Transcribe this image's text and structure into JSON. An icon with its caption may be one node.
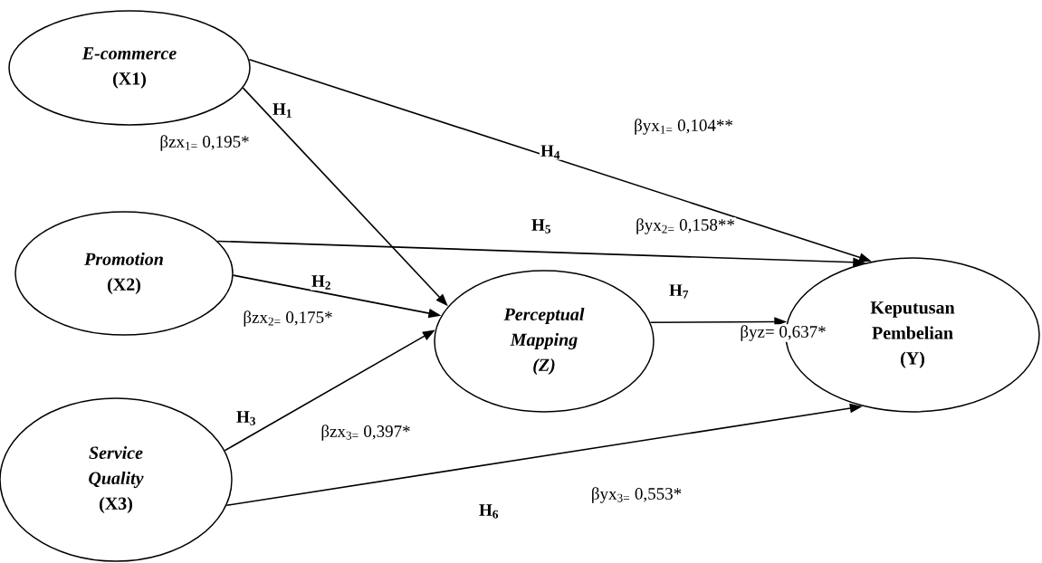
{
  "diagram": {
    "nodes": [
      {
        "text": [
          "E-commerce",
          "(X1)"
        ]
      },
      {
        "text": [
          "Promotion",
          "(X2)"
        ]
      },
      {
        "text": [
          "Service Quality",
          "(X3)"
        ]
      },
      {
        "text": [
          "Perceptual Mapping",
          "(Z)"
        ]
      },
      {
        "text": [
          "Keputusan Pembelian",
          "(Y)"
        ]
      }
    ],
    "edges": [
      {
        "from": 0,
        "to": 3,
        "arrow": "to",
        "label": "H$_{1}$"
      },
      {
        "from": 1,
        "to": 3,
        "arrow": "to",
        "label": "H$_{2}$"
      },
      {
        "from": 2,
        "to": 3,
        "arrow": "to",
        "label": "H$_{3}$"
      },
      {
        "from": 0,
        "to": 4,
        "arrow": "to",
        "label": "H$_{4}$"
      },
      {
        "from": 1,
        "to": 4,
        "arrow": "to",
        "label": "H$_{5}$"
      },
      {
        "from": 2,
        "to": 4,
        "arrow": "to",
        "label": "H$_{6}$"
      },
      {
        "from": 3,
        "to": 4,
        "arrow": "to",
        "label": "H$_{7}$"
      }
    ],
    "labels": [
      "βyx$_{1=}$ 0,104**",
      "βzx$_{1=}$ 0,195*",
      "βyx$_{2=}$ 0,158**",
      "βzx$_{2=}$ 0,175*",
      "βyz= 0,637*",
      "βzx$_{3=}$ 0,397*",
      "βyx$_{3=}$ 0,553*"
    ]
  }
}
